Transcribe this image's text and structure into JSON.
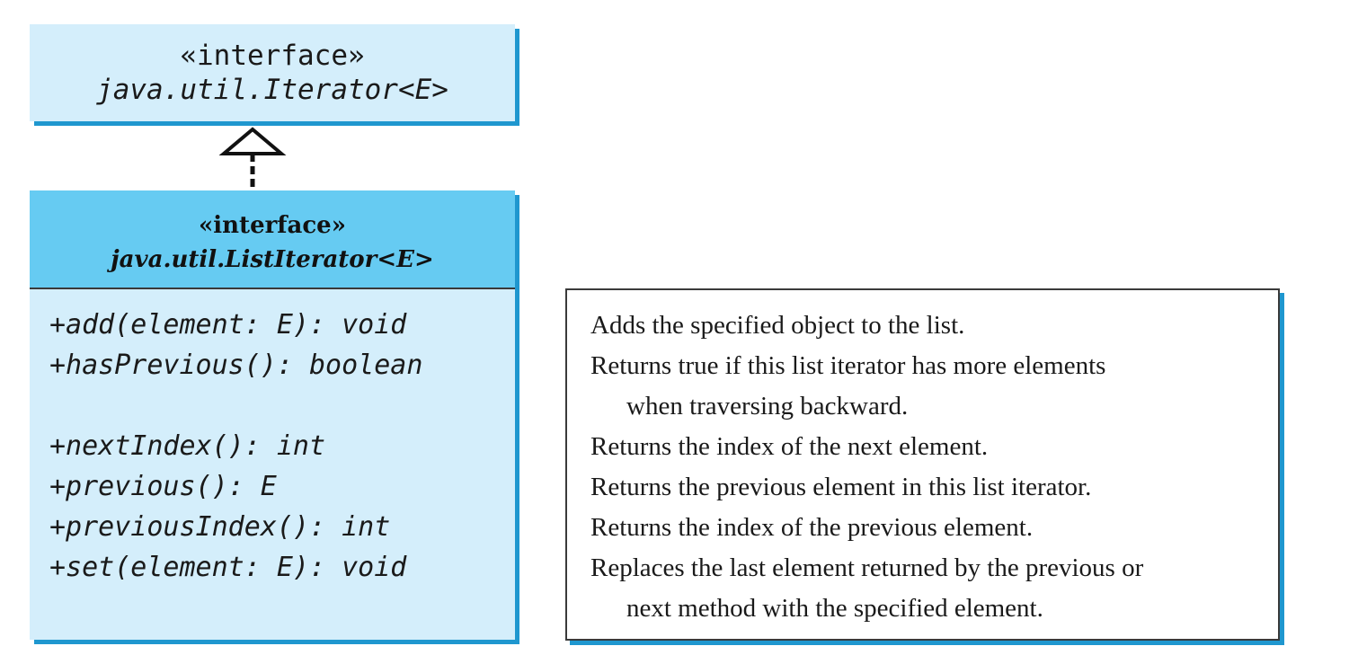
{
  "parent_interface": {
    "stereotype": "«interface»",
    "name": "java.util.Iterator<E>"
  },
  "child_interface": {
    "stereotype": "«interface»",
    "name": "java.util.ListIterator<E>",
    "methods": [
      "+add(element: E): void",
      "+hasPrevious(): boolean",
      "+nextIndex(): int",
      "+previous(): E",
      "+previousIndex(): int",
      "+set(element: E): void"
    ]
  },
  "descriptions": [
    {
      "line1": "Adds the specified object to the list.",
      "line2": ""
    },
    {
      "line1": "Returns true if this list iterator has more elements",
      "line2": "when traversing backward."
    },
    {
      "line1": "Returns the index of the next element.",
      "line2": ""
    },
    {
      "line1": "Returns the previous element in this list iterator.",
      "line2": ""
    },
    {
      "line1": "Returns the index of the previous element.",
      "line2": ""
    },
    {
      "line1": "Replaces the last element returned by the previous or",
      "line2": "next method with the specified element."
    }
  ],
  "colors": {
    "box_fill": "#d4eefb",
    "header_fill": "#66cbf2",
    "shadow": "#1f97cf"
  }
}
